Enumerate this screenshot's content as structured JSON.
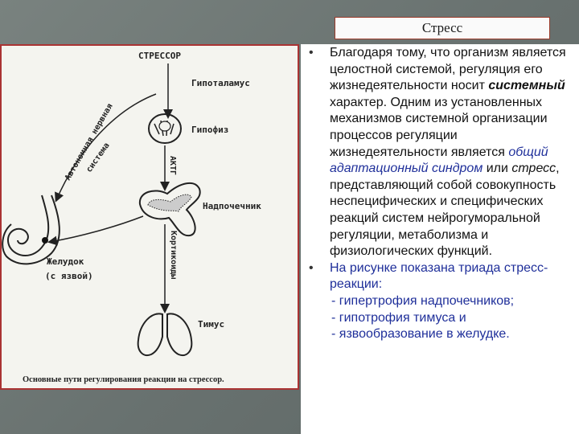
{
  "slide": {
    "title": "Стресс"
  },
  "figure": {
    "labels": {
      "stressor": "СТРЕССОР",
      "hypothalamus": "Гипоталамус",
      "pituitary": "Гипофиз",
      "adrenal": "Надпочечник",
      "stomach_line1": "Желудок",
      "stomach_line2": "(с язвой)",
      "thymus": "Тимус",
      "actg": "АКТГ",
      "corticoids": "Кортикоиды",
      "ans_line1": "Автономная нервная",
      "ans_line2": "система"
    },
    "caption": "Основные пути регулирования реакции на стрессор."
  },
  "text": {
    "p1_a": "Благодаря тому, что организм является целостной системой, регуляция его жизнедеятельности носит ",
    "p1_bold": "системный",
    "p1_b": " характер. Одним из установленных механизмов системной организации процессов регуляции жизнедеятельности является ",
    "p1_blue": "общий адаптационный синдром",
    "p1_c": " или ",
    "p1_italic": "стресс",
    "p1_d": ", представляющий собой совокупность неспецифических и специфических реакций систем нейрогуморальной регуляции, метаболизма и физиологических функций.",
    "p2_blue": "На рисунке показана триада стресс-реакции:",
    "items": [
      "- гипертрофия надпочечников;",
      "- гипотрофия тимуса и",
      "- язвообразование в желудке."
    ],
    "bullet": "•"
  },
  "colors": {
    "accent_border": "#a33",
    "blue_text": "#1f2f9a"
  }
}
